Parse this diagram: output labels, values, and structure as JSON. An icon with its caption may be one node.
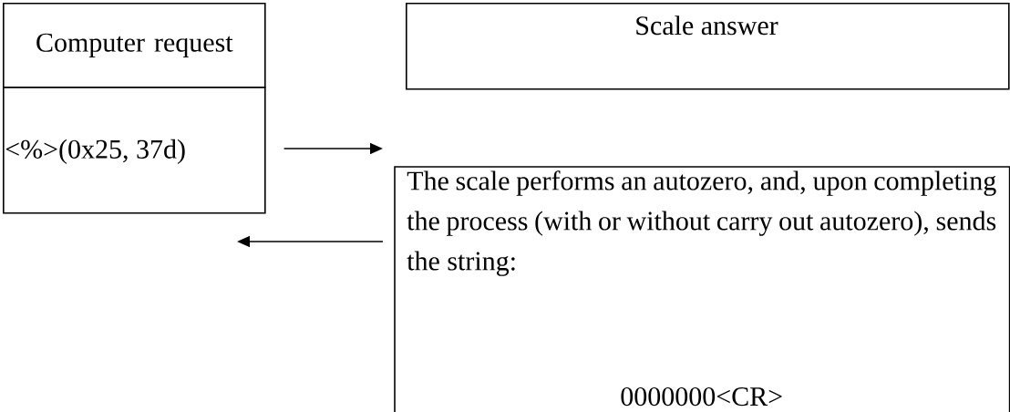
{
  "diagram": {
    "nodes": [
      {
        "text": [
          "Computer request"
        ]
      },
      {
        "text": [
          "<%>(0x25, 37d)"
        ]
      },
      {
        "text": [
          "Scale answer"
        ]
      },
      {
        "text": [
          "The scale performs an autozero, and, upon completing the process (with or without carry out autozero), sends the string:",
          "0000000<CR>"
        ]
      }
    ],
    "edges": [
      {
        "from": 1,
        "to": null,
        "arrow": "to"
      },
      {
        "from": 3,
        "to": null,
        "arrow": "to"
      }
    ]
  }
}
